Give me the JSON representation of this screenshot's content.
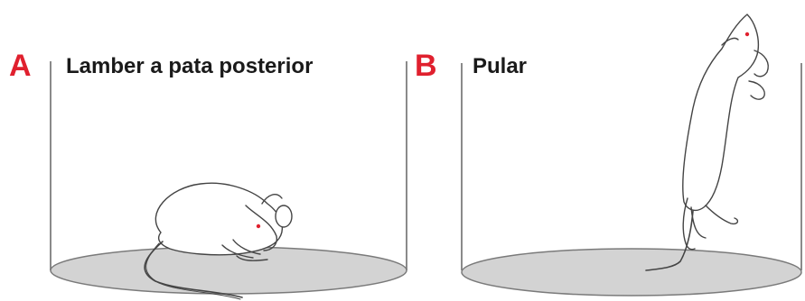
{
  "panels": [
    {
      "letter": "A",
      "title": "Lamber a pata posterior"
    },
    {
      "letter": "B",
      "title": "Pular"
    }
  ],
  "colors": {
    "letter_accent": "#e0202e",
    "floor_fill": "#d3d3d3",
    "outline": "#7a7a7a",
    "rat_eye": "#e0202e"
  }
}
